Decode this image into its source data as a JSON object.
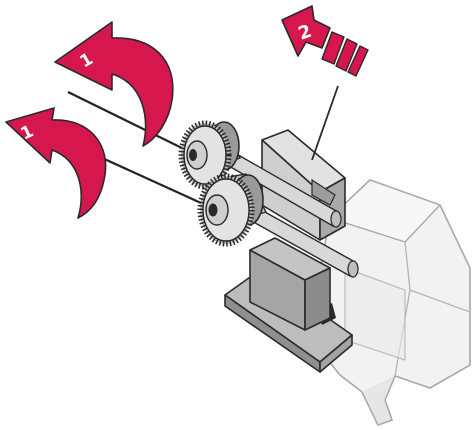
{
  "diagram": {
    "steps": [
      {
        "number": "1",
        "action": "rotate-counterclockwise"
      },
      {
        "number": "1",
        "action": "rotate-counterclockwise"
      },
      {
        "number": "2",
        "action": "pull-out"
      }
    ],
    "colors": {
      "accent": "#d6174d",
      "outline": "#2a2a2a",
      "metal_light": "#e8e8e8",
      "metal_mid": "#c9c9c9",
      "metal_dark": "#9a9a9a",
      "housing_fill": "#f0f0f0",
      "housing_stroke": "#a8a8a8"
    }
  }
}
